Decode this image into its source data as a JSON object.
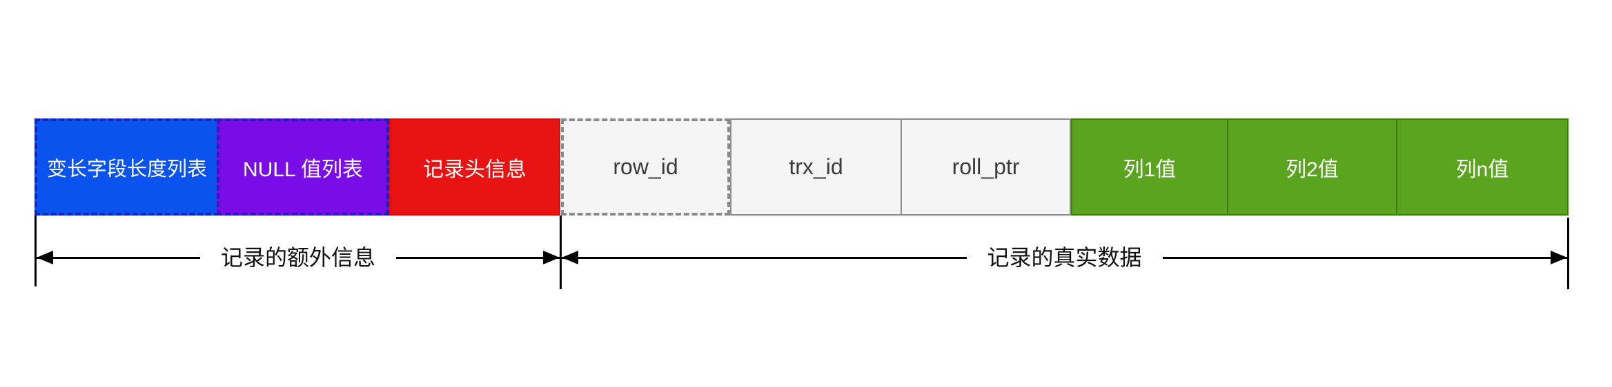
{
  "colors": {
    "var_length_list_fill": "#0b53ee",
    "dashed_blue_border": "#1b22b8",
    "null_list_fill": "#7a0ce8",
    "record_header_fill": "#e81414",
    "system_column_fill": "#f5f5f5",
    "system_column_border": "#8c8c8c",
    "column_value_fill": "#5aa420",
    "column_value_border": "#3f7d12",
    "arrow_color": "#000000",
    "text_on_color_boxes": "#ffffff",
    "text_on_gray_boxes": "#3a3a3a"
  },
  "record_extra_info": {
    "boxes": [
      {
        "label": "变长字段长度列表"
      },
      {
        "label": "NULL 值列表"
      },
      {
        "label": "记录头信息"
      }
    ],
    "arrow_label": "记录的额外信息"
  },
  "record_real_data": {
    "boxes": [
      {
        "label": "row_id"
      },
      {
        "label": "trx_id"
      },
      {
        "label": "roll_ptr"
      },
      {
        "label": "列1值"
      },
      {
        "label": "列2值"
      },
      {
        "label": "列n值"
      }
    ],
    "arrow_label": "记录的真实数据"
  }
}
